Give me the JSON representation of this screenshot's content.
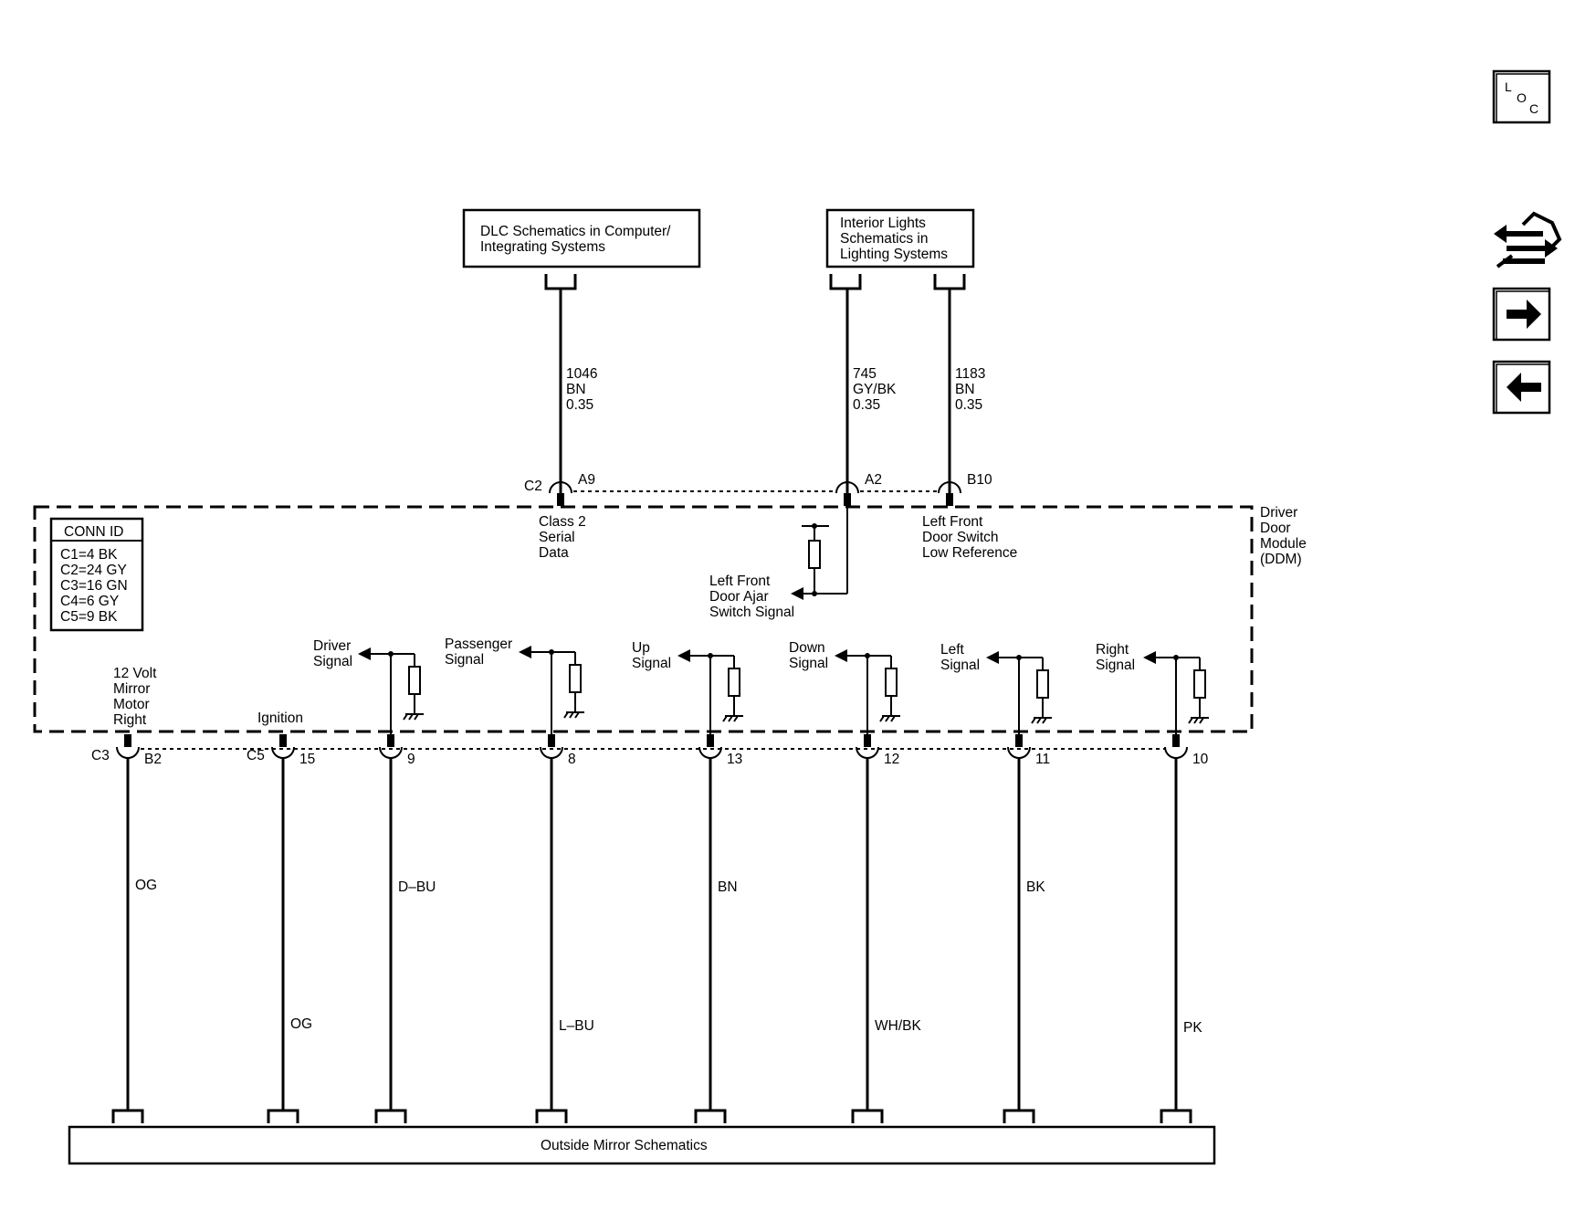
{
  "top_blocks": {
    "dlc": [
      "DLC Schematics in Computer/",
      "Integrating Systems"
    ],
    "interior": [
      "Interior Lights",
      "Schematics in",
      "Lighting Systems"
    ]
  },
  "top_wires": [
    {
      "circuit": "1046",
      "color": "BN",
      "gauge": "0.35",
      "pin": "A9"
    },
    {
      "circuit": "745",
      "color": "GY/BK",
      "gauge": "0.35",
      "pin": "A2"
    },
    {
      "circuit": "1183",
      "color": "BN",
      "gauge": "0.35",
      "pin": "B10"
    }
  ],
  "top_connector": "C2",
  "module": {
    "name": [
      "Driver",
      "Door",
      "Module",
      "(DDM)"
    ],
    "class2": [
      "Class 2",
      "Serial",
      "Data"
    ],
    "low_ref": [
      "Left Front",
      "Door Switch",
      "Low Reference"
    ],
    "door_ajar": [
      "Left Front",
      "Door Ajar",
      "Switch Signal"
    ]
  },
  "conn_id": {
    "title": "CONN ID",
    "rows": [
      "C1=4 BK",
      "C2=24 GY",
      "C3=16 GN",
      "C4=6 GY",
      "C5=9 BK"
    ]
  },
  "left_labels": {
    "mirror_motor": [
      "12 Volt",
      "Mirror",
      "Motor",
      "Right"
    ],
    "ignition": "Ignition"
  },
  "signals": [
    {
      "label": [
        "Driver",
        "Signal"
      ]
    },
    {
      "label": [
        "Passenger",
        "Signal"
      ]
    },
    {
      "label": [
        "Up",
        "Signal"
      ]
    },
    {
      "label": [
        "Down",
        "Signal"
      ]
    },
    {
      "label": [
        "Left",
        "Signal"
      ]
    },
    {
      "label": [
        "Right",
        "Signal"
      ]
    }
  ],
  "bottom_pins": [
    {
      "connector": "C3",
      "pin": "B2",
      "color": "OG"
    },
    {
      "connector": "C5",
      "pin": "15",
      "color": "OG"
    },
    {
      "connector": "",
      "pin": "9",
      "color": "D–BU"
    },
    {
      "connector": "",
      "pin": "8",
      "color": "L–BU"
    },
    {
      "connector": "",
      "pin": "13",
      "color": "BN"
    },
    {
      "connector": "",
      "pin": "12",
      "color": "WH/BK"
    },
    {
      "connector": "",
      "pin": "11",
      "color": "BK"
    },
    {
      "connector": "",
      "pin": "10",
      "color": "PK"
    }
  ],
  "bottom_block": "Outside Mirror Schematics",
  "nav": {
    "loc_letters": [
      "L",
      "O",
      "C"
    ],
    "buttons": [
      "loc-icon",
      "component-swap-icon",
      "next-arrow-icon",
      "prev-arrow-icon"
    ]
  }
}
